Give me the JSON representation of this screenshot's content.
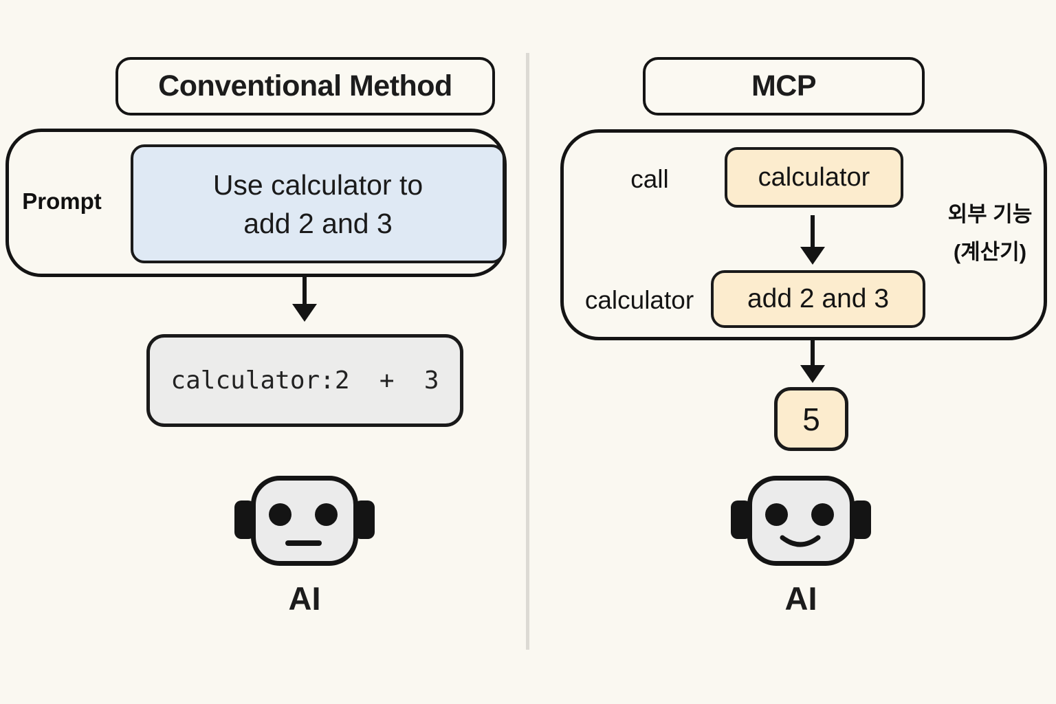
{
  "background_color": "#FAF8F1",
  "divider_color": "#DCDAD4",
  "colors": {
    "blue_fill": "#DFE9F4",
    "tan_fill": "#FCECCE",
    "gray_fill": "#ECECEB",
    "stroke": "#141414"
  },
  "icons": {
    "left_robot": "robot-neutral-face-icon",
    "right_robot": "robot-smiling-face-icon",
    "arrows": "down-arrow-icon"
  },
  "left_panel": {
    "title": "Conventional Method",
    "prompt_label": "Prompt",
    "prompt_lines": [
      "Use calculator to",
      "add 2 and 3"
    ],
    "code_text": "calculator:2  +  3",
    "ai_label": "AI"
  },
  "right_panel": {
    "title": "MCP",
    "call_label": "call",
    "tool_name": "calculator",
    "tool_caller_label": "calculator",
    "tool_arg": "add 2 and 3",
    "side_note_lines": [
      "외부 기능",
      "(계산기)"
    ],
    "result_value": "5",
    "ai_label": "AI"
  }
}
